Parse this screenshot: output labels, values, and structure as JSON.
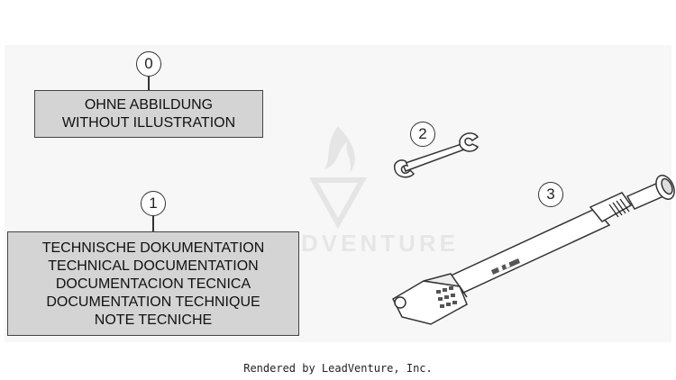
{
  "callouts": {
    "c0": "0",
    "c1": "1",
    "c2": "2",
    "c3": "3"
  },
  "box0": {
    "line1": "OHNE ABBILDUNG",
    "line2": "WITHOUT ILLUSTRATION"
  },
  "box1": {
    "line1": "TECHNISCHE DOKUMENTATION",
    "line2": "TECHNICAL DOCUMENTATION",
    "line3": "DOCUMENTACION TECNICA",
    "line4": "DOCUMENTATION TECHNIQUE",
    "line5": "NOTE TECNICHE"
  },
  "watermark": "LEADVENTURE",
  "footer": "Rendered by LeadVenture, Inc.",
  "colors": {
    "box_fill": "#d4d4d4",
    "background": "#f7f7f7"
  }
}
